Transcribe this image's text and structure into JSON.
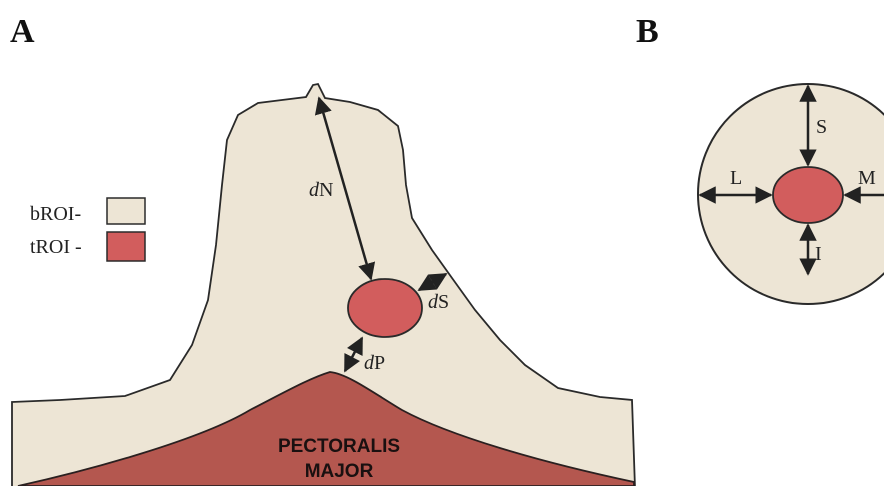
{
  "panels": {
    "a_label": "A",
    "b_label": "B"
  },
  "legend": {
    "broi_label": "bROI-",
    "troi_label": "tROI -"
  },
  "panel_a": {
    "dn_label_d": "d",
    "dn_label_rest": "N",
    "ds_label_d": "d",
    "ds_label_rest": "S",
    "dp_label_d": "d",
    "dp_label_rest": "P",
    "muscle_line1": "PECTORALIS",
    "muscle_line2": "MAJOR"
  },
  "panel_b": {
    "superior": "S",
    "lateral": "L",
    "medial": "M",
    "inferior": "I"
  },
  "colors": {
    "breast_fill": "#ede5d5",
    "tumor_fill": "#d25d5d",
    "muscle_fill": "#b4574f",
    "outline": "#2a2a2a"
  }
}
